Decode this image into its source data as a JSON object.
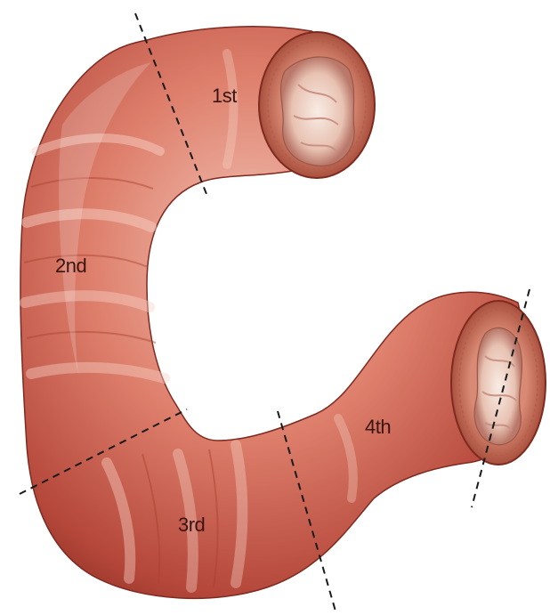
{
  "diagram": {
    "segments": [
      {
        "id": "first",
        "label": "1st"
      },
      {
        "id": "second",
        "label": "2nd"
      },
      {
        "id": "third",
        "label": "3rd"
      },
      {
        "id": "fourth",
        "label": "4th"
      }
    ],
    "colors": {
      "tissue_base": "#cf5f4e",
      "tissue_highlight": "#f6cfc2",
      "tissue_shadow": "#8e2e24",
      "lumen_inner": "#f3ddd2",
      "wall_cross_section": "#c46a55",
      "boundary_line": "#1a1a1a",
      "background": "#ffffff"
    },
    "boundary_style": "dashed"
  }
}
